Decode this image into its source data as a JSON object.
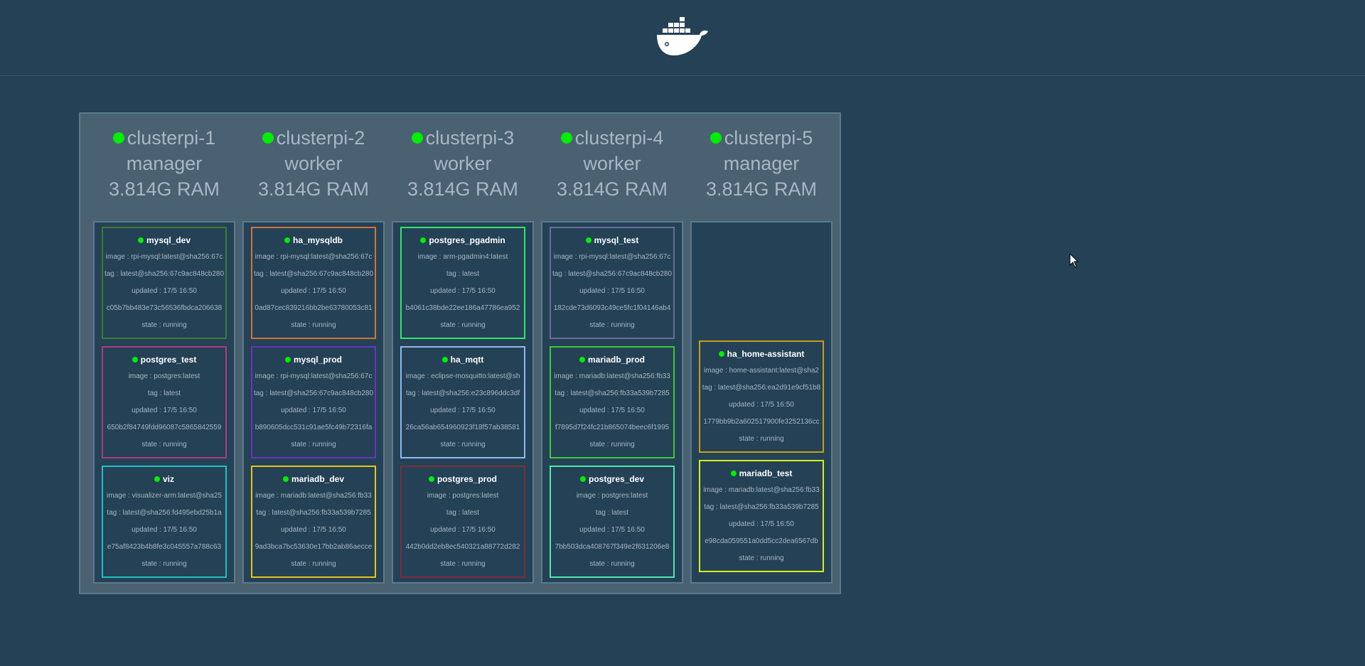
{
  "nodes": [
    {
      "name": "clusterpi-1",
      "role": "manager",
      "ram": "3.814G RAM",
      "tasks": [
        {
          "name": "mysql_dev",
          "image": "image : rpi-mysql:latest@sha256:67c",
          "tag": "tag : latest@sha256:67c9ac848cb280",
          "updated": "updated : 17/5 16:50",
          "id": "c05b7bb483e73c56536fbdca206638",
          "state": "state : running",
          "color": "#3f7a34"
        },
        {
          "name": "postgres_test",
          "image": "image : postgres:latest",
          "tag": "tag : latest",
          "updated": "updated : 17/5 16:50",
          "id": "650b2f84749fdd96087c5865842559",
          "state": "state : running",
          "color": "#b03a7e"
        },
        {
          "name": "viz",
          "image": "image : visualizer-arm:latest@sha25",
          "tag": "tag : latest@sha256:fd495ebd25b1a",
          "updated": "updated : 17/5 16:50",
          "id": "e75af8423b4b8fe3c045557a788c63",
          "state": "state : running",
          "color": "#22c1c3"
        }
      ]
    },
    {
      "name": "clusterpi-2",
      "role": "worker",
      "ram": "3.814G RAM",
      "tasks": [
        {
          "name": "ha_mysqldb",
          "image": "image : rpi-mysql:latest@sha256:67c",
          "tag": "tag : latest@sha256:67c9ac848cb280",
          "updated": "updated : 17/5 16:50",
          "id": "0ad87cec839216bb2be63780053c81",
          "state": "state : running",
          "color": "#d0743c"
        },
        {
          "name": "mysql_prod",
          "image": "image : rpi-mysql:latest@sha256:67c",
          "tag": "tag : latest@sha256:67c9ac848cb280",
          "updated": "updated : 17/5 16:50",
          "id": "b890605dcc531c91ae5fc49b72316fa",
          "state": "state : running",
          "color": "#6a35c4"
        },
        {
          "name": "mariadb_dev",
          "image": "image : mariadb:latest@sha256:fb33",
          "tag": "tag : latest@sha256:fb33a539b7285",
          "updated": "updated : 17/5 16:50",
          "id": "9ad3bca7bc53630e17bb2ab86aecce",
          "state": "state : running",
          "color": "#e6c61c"
        }
      ]
    },
    {
      "name": "clusterpi-3",
      "role": "worker",
      "ram": "3.814G RAM",
      "tasks": [
        {
          "name": "postgres_pgadmin",
          "image": "image : arm-pgadmin4:latest",
          "tag": "tag : latest",
          "updated": "updated : 17/5 16:50",
          "id": "b4061c38bde22ee186a47786ea952",
          "state": "state : running",
          "color": "#2ee86a"
        },
        {
          "name": "ha_mqtt",
          "image": "image : eclipse-mosquitto:latest@sh",
          "tag": "tag : latest@sha256:e23c896ddc3df",
          "updated": "updated : 17/5 16:50",
          "id": "26ca56ab654960923f18f57ab38581",
          "state": "state : running",
          "color": "#8fb8f0"
        },
        {
          "name": "postgres_prod",
          "image": "image : postgres:latest",
          "tag": "tag : latest",
          "updated": "updated : 17/5 16:50",
          "id": "442b0dd2eb8ec540321a88772d282",
          "state": "state : running",
          "color": "#7a2e3a"
        }
      ]
    },
    {
      "name": "clusterpi-4",
      "role": "worker",
      "ram": "3.814G RAM",
      "tasks": [
        {
          "name": "mysql_test",
          "image": "image : rpi-mysql:latest@sha256:67c",
          "tag": "tag : latest@sha256:67c9ac848cb280",
          "updated": "updated : 17/5 16:50",
          "id": "182cde73d6093c49ce5fc1f04146ab4",
          "state": "state : running",
          "color": "#6a6f98"
        },
        {
          "name": "mariadb_prod",
          "image": "image : mariadb:latest@sha256:fb33",
          "tag": "tag : latest@sha256:fb33a539b7285",
          "updated": "updated : 17/5 16:50",
          "id": "f7895d7f24fc21b865074beec6f1995",
          "state": "state : running",
          "color": "#3ec83a"
        },
        {
          "name": "postgres_dev",
          "image": "image : postgres:latest",
          "tag": "tag : latest",
          "updated": "updated : 17/5 16:50",
          "id": "7bb503dca408767f349e2f631206e8",
          "state": "state : running",
          "color": "#4ce8a8"
        }
      ]
    },
    {
      "name": "clusterpi-5",
      "role": "manager",
      "ram": "3.814G RAM",
      "tasks": [
        {
          "name": "ha_home-assistant",
          "image": "image : home-assistant:latest@sha2",
          "tag": "tag : latest@sha256:ea2d91e9cf51b8",
          "updated": "updated : 17/5 16:50",
          "id": "1779bb9b2a602517900fe3252136cc",
          "state": "state : running",
          "color": "#c4a018"
        },
        {
          "name": "mariadb_test",
          "image": "image : mariadb:latest@sha256:fb33",
          "tag": "tag : latest@sha256:fb33a539b7285",
          "updated": "updated : 17/5 16:50",
          "id": "e98cda059551a0dd5cc2dea6567db",
          "state": "state : running",
          "color": "#d4f01c"
        }
      ]
    }
  ],
  "colors": {
    "background": "#244156",
    "panel": "#4a6172",
    "running_dot": "#00ee00"
  },
  "icons": {
    "logo": "docker-whale-icon",
    "cursor": "mouse-cursor-icon"
  }
}
